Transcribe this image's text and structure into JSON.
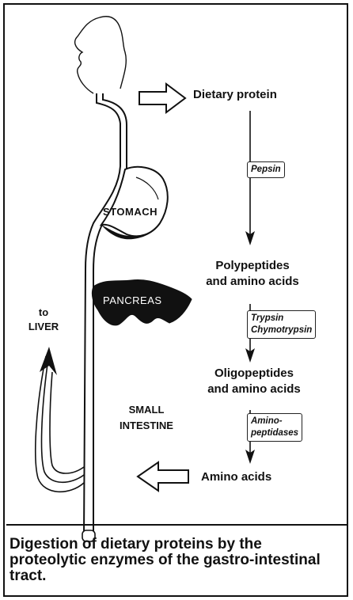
{
  "diagram": {
    "labels": {
      "dietary_protein": "Dietary protein",
      "polypeptides": [
        "Polypeptides",
        "and amino acids"
      ],
      "oligopeptides": [
        "Oligopeptides",
        "and amino acids"
      ],
      "amino_acids": "Amino acids",
      "stomach": "STOMACH",
      "pancreas": "PANCREAS",
      "small_intestine": [
        "SMALL",
        "INTESTINE"
      ],
      "to_liver": [
        "to",
        "LIVER"
      ]
    },
    "enzymes": {
      "pepsin": [
        "Pepsin"
      ],
      "trypsin_chymotrypsin": [
        "Trypsin",
        "Chymotrypsin"
      ],
      "aminopeptidases": [
        "Amino-",
        "peptidases"
      ]
    }
  },
  "caption": "Digestion of dietary proteins by the proteolytic enzymes of the gastro-intestinal tract."
}
